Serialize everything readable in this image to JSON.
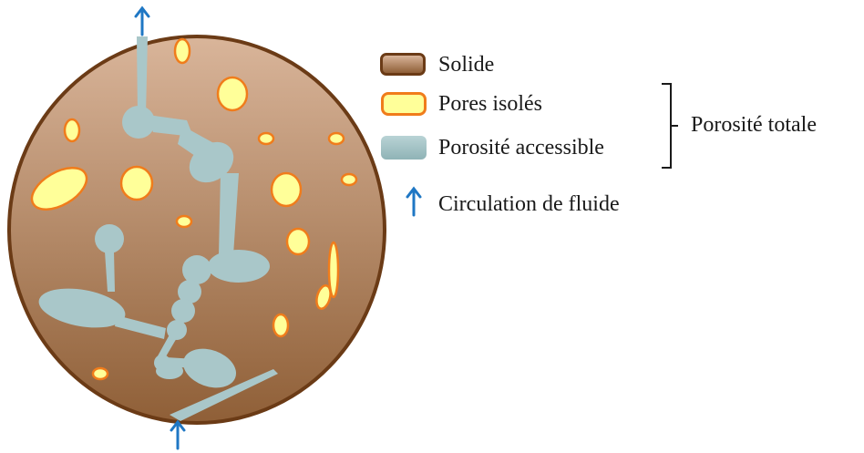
{
  "legend": {
    "solid_label": "Solide",
    "isolated_pores_label": "Pores isolés",
    "accessible_porosity_label": "Porosité accessible",
    "total_porosity_label": "Porosité totale",
    "fluid_flow_label": "Circulation de fluide"
  },
  "colors": {
    "solid_top": "#d9b59a",
    "solid_bottom": "#8f5f37",
    "solid_border": "#6b3b16",
    "pore_fill": "#ffff99",
    "pore_border": "#f07c1b",
    "accessible": "#a9c7c9",
    "arrow": "#1f77c4"
  }
}
